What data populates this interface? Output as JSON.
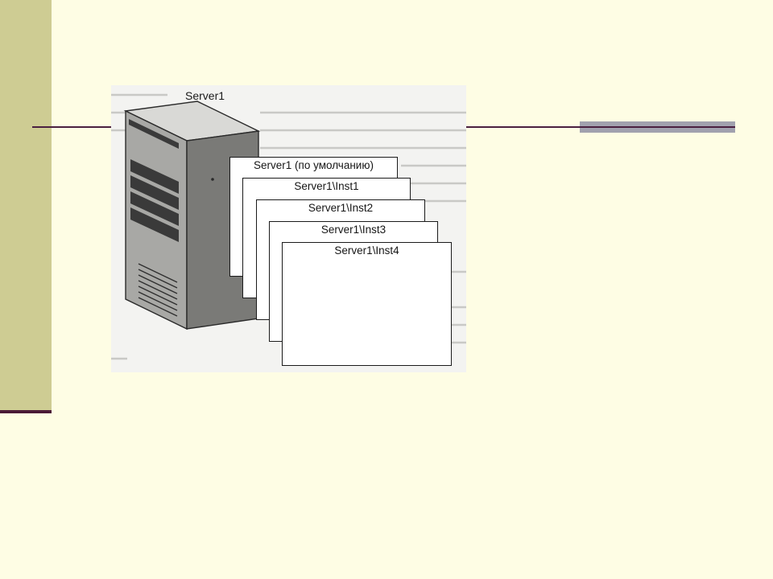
{
  "diagram": {
    "server_label": "Server1",
    "instances": [
      "Server1 (по умолчанию)",
      "Server1\\Inst1",
      "Server1\\Inst2",
      "Server1\\Inst3",
      "Server1\\Inst4"
    ]
  },
  "colors": {
    "background": "#FEFDE4",
    "sidebar": "#CECC93",
    "rule_line": "#4B2040",
    "rule_accent": "#A1A1AE",
    "figure_bg": "#F3F3F1"
  },
  "icons": [
    "server-tower-icon"
  ]
}
